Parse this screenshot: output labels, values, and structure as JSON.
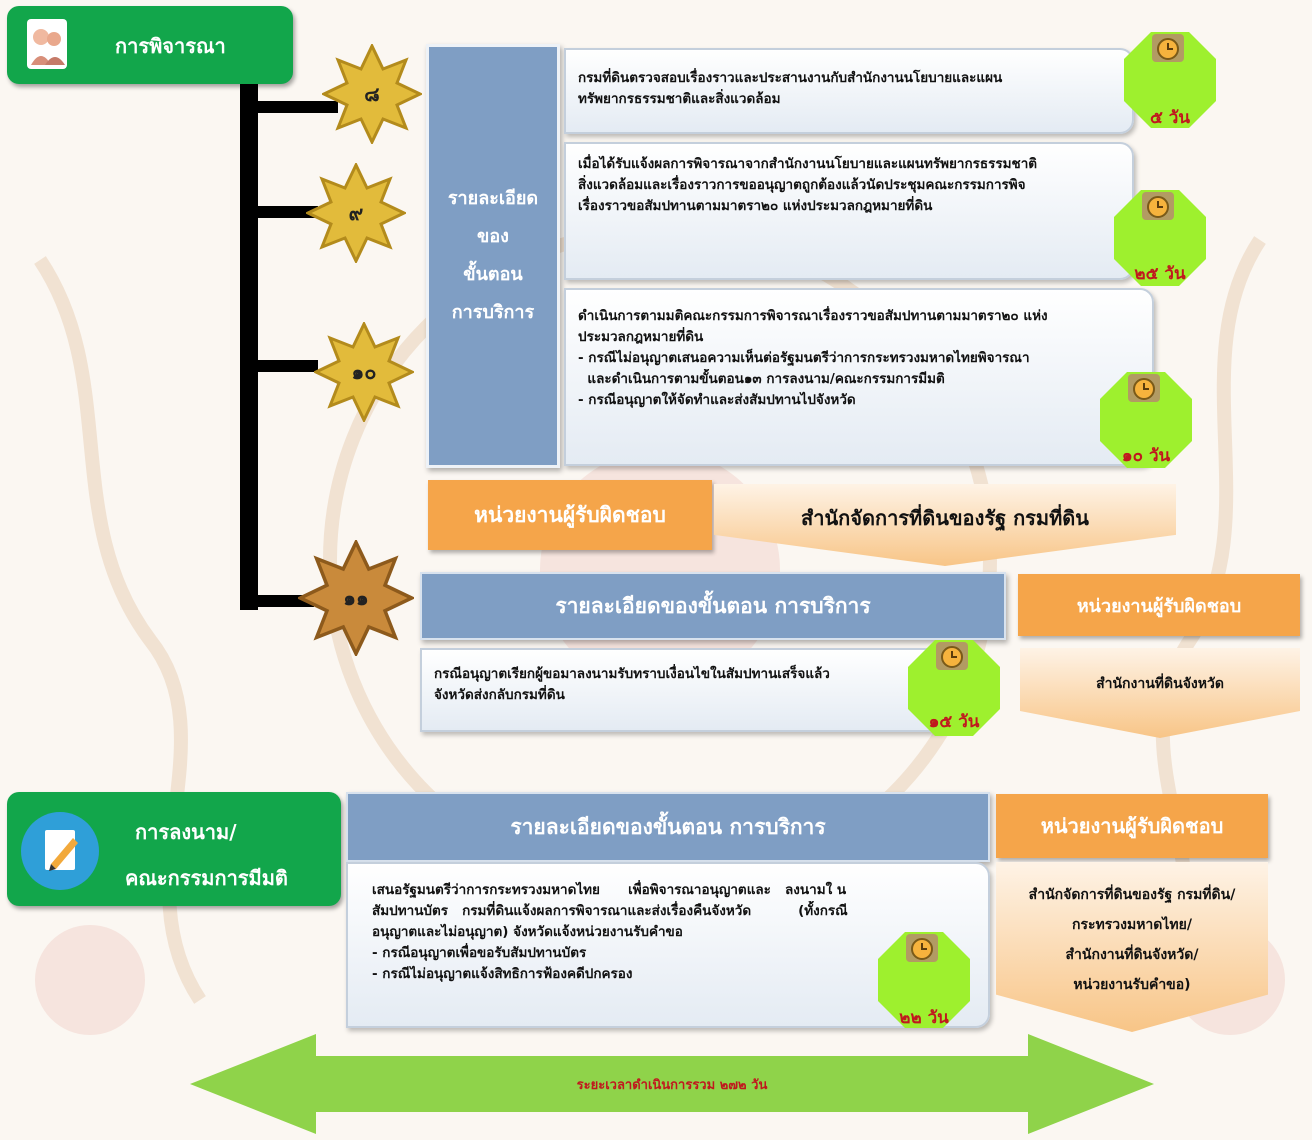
{
  "sections": {
    "consider": {
      "title": "การพิจารณา"
    },
    "sign": {
      "title_line1": "การลงนาม/",
      "title_line2": "คณะกรรมการมีมติ"
    }
  },
  "steps": {
    "s8": {
      "number": "๘",
      "days": "๕ วัน",
      "lines": [
        "กรมที่ดินตรวจสอบเรื่องราวและประสานงานกับสำนักงานนโยบายและแผน",
        "ทรัพยากรธรรมชาติและสิ่งแวดล้อม"
      ]
    },
    "s9": {
      "number": "๙",
      "days": "๒๕ วัน",
      "lines": [
        "เมื่อได้รับแจ้งผลการพิจารณาจากสำนักงานนโยบายและแผนทรัพยากรธรรมชาติ",
        "สิ่งแวดล้อมและเรื่องราวการขออนุญาตถูกต้องแล้วนัดประชุมคณะกรรมการพิจ",
        "เรื่องราวขอสัมปทานตามมาตรา๒๐ แห่งประมวลกฎหมายที่ดิน"
      ]
    },
    "s10": {
      "number": "๑๐",
      "days": "๑๐ วัน",
      "lines": [
        "ดำเนินการตามมติคณะกรรมการพิจารณาเรื่องราวขอสัมปทานตามมาตรา๒๐ แห่ง",
        "ประมวลกฎหมายที่ดิน",
        "- กรณีไม่อนุญาตเสนอความเห็นต่อรัฐมนตรีว่าการกระทรวงมหาดไทยพิจารณา",
        "  และดำเนินการตามขั้นตอน๑๓ การลงนาม/คณะกรรมการมีมติ",
        "- กรณีอนุญาตให้จัดทำและส่งสัมปทานไปจังหวัด"
      ]
    },
    "s11": {
      "number": "๑๑",
      "days": "๑๕ วัน",
      "lines": [
        "กรณีอนุญาตเรียกผู้ขอมาลงนามรับทราบเงื่อนไขในสัมปทานเสร็จแล้ว",
        "จังหวัดส่งกลับกรมที่ดิน"
      ]
    },
    "s12": {
      "days": "๒๒ วัน",
      "lines": [
        "เสนอรัฐมนตรีว่าการกระทรวงมหาดไทย      เพื่อพิจารณาอนุญาตและ   ลงนามใ น",
        "สัมปทานบัตร   กรมที่ดินแจ้งผลการพิจารณาและส่งเรื่องคืนจังหวัด          (ทั้งกรณี",
        "อนุญาตและไม่อนุญาต) จังหวัดแจ้งหน่วยงานรับคำขอ",
        "- กรณีอนุญาตเพื่อขอรับสัมปทานบัตร",
        "- กรณีไม่อนุญาตแจ้งสิทธิการฟ้องคดีปกครอง"
      ]
    }
  },
  "labels": {
    "detail_vertical": [
      "รายละเอียด",
      "ของ",
      "ขั้นตอน",
      "การบริการ"
    ],
    "detail_header": "รายละเอียดของขั้นตอน การบริการ",
    "responsible": "หน่วยงานผู้รับผิดชอบ",
    "agency_state_land": "สำนักจัดการที่ดินของรัฐ กรมที่ดิน",
    "agency_provincial": "สำนักงานที่ดินจังหวัด",
    "agency_multi": [
      "สำนักจัดการที่ดินของรัฐ กรมที่ดิน/",
      "กระทรวงมหาดไทย/",
      "สำนักงานที่ดินจังหวัด/",
      "หน่วยงานรับคำขอ)"
    ],
    "total": "ระยะเวลาดำเนินการรวม ๒๗๒ วัน"
  },
  "colors": {
    "green": "#12a64b",
    "blue_header": "#7f9ec4",
    "orange": "#f5a54a",
    "badge": "#9ef02e",
    "days_text": "#c0181e",
    "star": "#e2bb3b",
    "arrow": "#8fd34a"
  },
  "icons": {
    "consider": "people-portrait-icon",
    "sign": "pen-on-paper-icon",
    "timer": "alarm-clock-icon"
  }
}
